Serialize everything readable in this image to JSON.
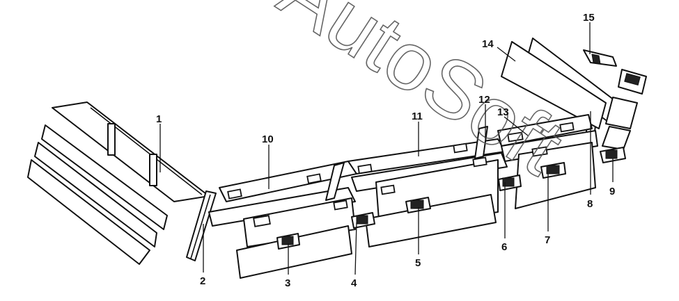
{
  "callouts": [
    {
      "id": "p1",
      "label": "1"
    },
    {
      "id": "p2",
      "label": "2"
    },
    {
      "id": "p3",
      "label": "3"
    },
    {
      "id": "p4",
      "label": "4"
    },
    {
      "id": "p5",
      "label": "5"
    },
    {
      "id": "p6",
      "label": "6"
    },
    {
      "id": "p7",
      "label": "7"
    },
    {
      "id": "p8",
      "label": "8"
    },
    {
      "id": "p9",
      "label": "9"
    },
    {
      "id": "p10",
      "label": "10"
    },
    {
      "id": "p11",
      "label": "11"
    },
    {
      "id": "p12",
      "label": "12"
    },
    {
      "id": "p13",
      "label": "13"
    },
    {
      "id": "p14",
      "label": "14"
    },
    {
      "id": "p15",
      "label": "15"
    }
  ],
  "watermark": "AutoSoft"
}
